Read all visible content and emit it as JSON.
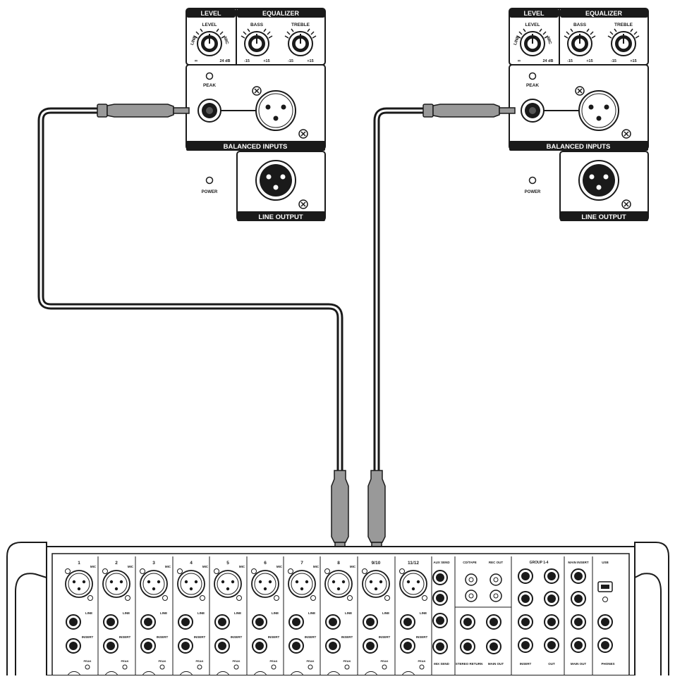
{
  "module_labels": {
    "level_header": "LEVEL",
    "equalizer_header": "EQUALIZER",
    "level_knob": "LEVEL",
    "line": "LINE",
    "mic": "MIC",
    "bass": "BASS",
    "treble": "TREBLE",
    "level_min": "∞",
    "level_max": "24 dB",
    "eq_min": "-15",
    "eq_max": "+15",
    "peak": "PEAK",
    "balanced_inputs": "BALANCED INPUTS",
    "power": "POWER",
    "line_output": "LINE OUTPUT"
  },
  "mixer": {
    "channels": [
      "1",
      "2",
      "3",
      "4",
      "5",
      "6",
      "7",
      "8",
      "9/10",
      "11/12"
    ],
    "mic": "MIC",
    "line": "LINE",
    "insert": "INSERT",
    "peak": "PEAK",
    "section_labels": [
      "AUX SEND",
      "CD/TAPE",
      "REC OUT",
      "GROUP 1-4",
      "MAIN INSERT",
      "USB"
    ],
    "bottom_labels": [
      "MIX SEND",
      "STEREO RETURN",
      "MAIN OUT",
      "INSERT",
      "OUT",
      "MAIN OUT",
      "PHONES"
    ]
  }
}
